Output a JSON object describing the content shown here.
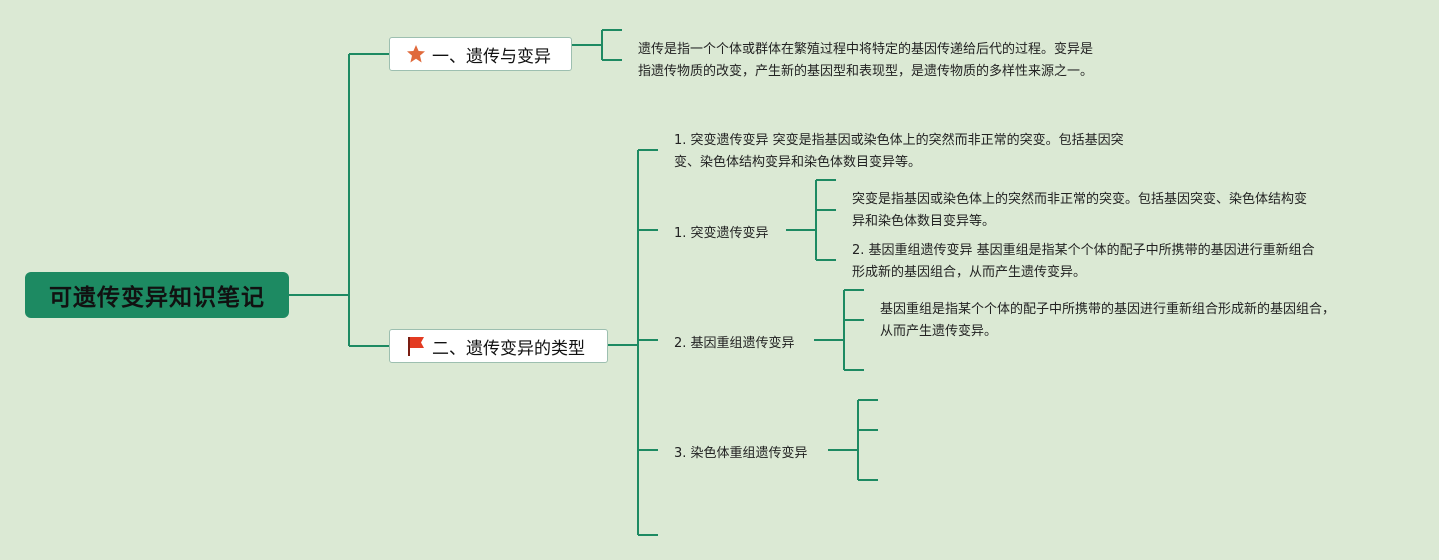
{
  "root": {
    "title": "可遗传变异知识笔记"
  },
  "branch1": {
    "title": "一、遗传与变异",
    "icon": "star-icon",
    "text": [
      "遗传是指一个个体或群体在繁殖过程中将特定的基因传递给后代的过程。变异是",
      "指遗传物质的改变，产生新的基因型和表现型，是遗传物质的多样性来源之一。"
    ]
  },
  "branch2": {
    "title": "二、遗传变异的类型",
    "icon": "flag-icon",
    "intro": [
      "1. 突变遗传变异 突变是指基因或染色体上的突然而非正常的突变。包括基因突",
      "变、染色体结构变异和染色体数目变异等。"
    ],
    "item1": {
      "label": "1. 突变遗传变异",
      "detail1": [
        "突变是指基因或染色体上的突然而非正常的突变。包括基因突变、染色体结构变",
        "异和染色体数目变异等。"
      ],
      "detail2": [
        "2. 基因重组遗传变异 基因重组是指某个个体的配子中所携带的基因进行重新组合",
        "形成新的基因组合，从而产生遗传变异。"
      ]
    },
    "item2": {
      "label": "2. 基因重组遗传变异",
      "detail": [
        "基因重组是指某个个体的配子中所携带的基因进行重新组合形成新的基因组合，",
        "从而产生遗传变异。"
      ]
    },
    "item3": {
      "label": "3. 染色体重组遗传变异"
    }
  },
  "colors": {
    "line": "#1d8a62",
    "root": "#1d8a62",
    "background": "#dbe9d4",
    "star": "#e06a3c",
    "flag": "#e33b22"
  }
}
